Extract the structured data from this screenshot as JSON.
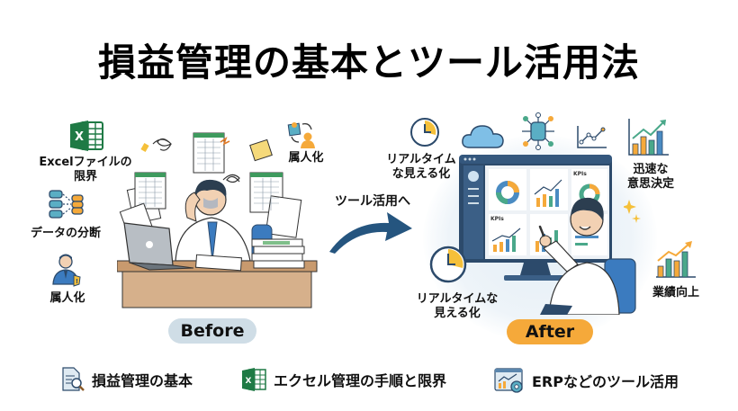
{
  "title": "損益管理の基本とツール活用法",
  "before": {
    "badge": "Before",
    "labels": {
      "excel_limit_line1": "Excelファイルの",
      "excel_limit_line2": "限界",
      "data_silo": "データの分断",
      "dependency_left": "属人化",
      "dependency_top": "属人化"
    }
  },
  "transition": {
    "label": "ツール活用へ"
  },
  "after": {
    "badge": "After",
    "labels": {
      "realtime_top_line1": "リアルタイム",
      "realtime_top_line2": "な見える化",
      "realtime_bottom_line1": "リアルタイムな",
      "realtime_bottom_line2": "見える化",
      "quick_decision_line1": "迅速な",
      "quick_decision_line2": "意思決定",
      "performance_up": "業績向上"
    },
    "dashboard": {
      "kpi_label_1": "KPIs",
      "kpi_label_2": "KPIs"
    }
  },
  "footer": {
    "items": [
      {
        "label": "損益管理の基本",
        "icon": "document-search-icon"
      },
      {
        "label": "エクセル管理の手順と限界",
        "icon": "excel-icon"
      },
      {
        "label": "ERPなどのツール活用",
        "icon": "dashboard-gear-icon"
      }
    ]
  },
  "colors": {
    "excel_green": "#1f7a45",
    "navy": "#2c4a6b",
    "arrow_blue": "#25557f",
    "orange": "#f5a93a",
    "teal": "#4aa88a",
    "steel_blue": "#4a8bc2",
    "before_badge": "#cfdde6",
    "after_badge": "#f5a93a",
    "desk": "#c89a6e"
  }
}
